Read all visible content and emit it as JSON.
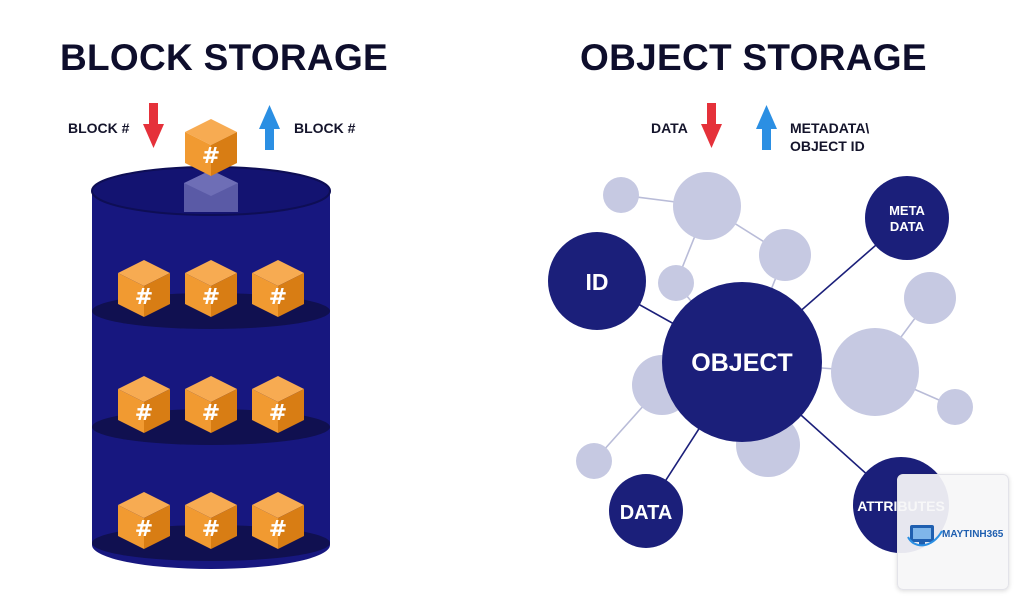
{
  "block": {
    "title": "BLOCK STORAGE",
    "in_label": "BLOCK #",
    "out_label": "BLOCK #",
    "cube_symbol": "#"
  },
  "object": {
    "title": "OBJECT STORAGE",
    "in_label": "DATA",
    "out_label_line1": "METADATA\\",
    "out_label_line2": "OBJECT ID",
    "nodes": {
      "center": "OBJECT",
      "id": "ID",
      "meta_line1": "META",
      "meta_line2": "DATA",
      "data": "DATA",
      "attributes": "ATTRIBUTES"
    }
  },
  "colors": {
    "navy": "#1b1f7a",
    "cylinder": "#17177f",
    "shelf": "#101050",
    "cube_top": "#f7ab52",
    "cube_left": "#f19a31",
    "cube_right": "#d87d14",
    "arrow_down": "#e5313a",
    "arrow_up": "#2b8fe3",
    "bubble": "#c6c9e2"
  },
  "watermark": {
    "brand": "MAYTINH365",
    "icon": "monitor-logo-icon"
  }
}
